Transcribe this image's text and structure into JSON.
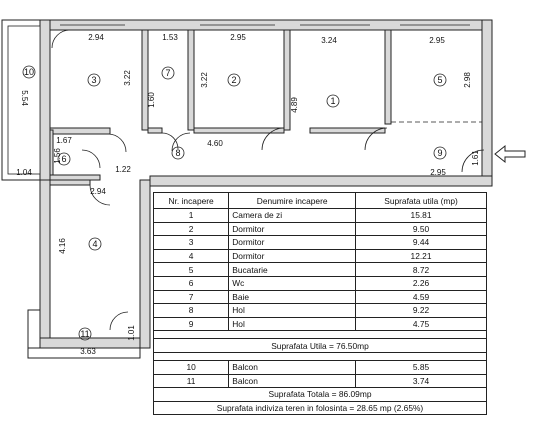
{
  "dimensions": {
    "r3_width": "2.94",
    "r7_width": "1.53",
    "r2_width": "2.95",
    "r1_width": "3.24",
    "r5_width": "2.95",
    "r10_height": "5.54",
    "r3_height": "3.22",
    "r7_height": "1.60",
    "r2_height": "3.22",
    "r1_height": "4.89",
    "r5_height": "2.98",
    "r6_width": "1.67",
    "r6_height": "1.56",
    "hall_width": "4.60",
    "r9_height": "1.61",
    "r10_width": "1.04",
    "hall_small": "1.22",
    "r4_top_width": "2.94",
    "r9_width": "2.95",
    "r4_height": "4.16",
    "r11_height": "1.01",
    "r11_width": "3.63"
  },
  "room_numbers": [
    "1",
    "2",
    "3",
    "4",
    "5",
    "6",
    "7",
    "8",
    "9",
    "10",
    "11"
  ],
  "table": {
    "headers": [
      "Nr. incapere",
      "Denumire incapere",
      "Suprafata utila (mp)"
    ],
    "rooms": [
      {
        "nr": "1",
        "name": "Camera de zi",
        "area": "15.81"
      },
      {
        "nr": "2",
        "name": "Dormitor",
        "area": "9.50"
      },
      {
        "nr": "3",
        "name": "Dormitor",
        "area": "9.44"
      },
      {
        "nr": "4",
        "name": "Dormitor",
        "area": "12.21"
      },
      {
        "nr": "5",
        "name": "Bucatarie",
        "area": "8.72"
      },
      {
        "nr": "6",
        "name": "Wc",
        "area": "2.26"
      },
      {
        "nr": "7",
        "name": "Baie",
        "area": "4.59"
      },
      {
        "nr": "8",
        "name": "Hol",
        "area": "9.22"
      },
      {
        "nr": "9",
        "name": "Hol",
        "area": "4.75"
      }
    ],
    "useful_total": "Suprafata Utila = 76.50mp",
    "balconies": [
      {
        "nr": "10",
        "name": "Balcon",
        "area": "5.85"
      },
      {
        "nr": "11",
        "name": "Balcon",
        "area": "3.74"
      }
    ],
    "grand_total": "Suprafata Totala = 86.09mp",
    "land_share": "Suprafata indiviza teren in folosinta = 28.65 mp  (2.65%)"
  }
}
